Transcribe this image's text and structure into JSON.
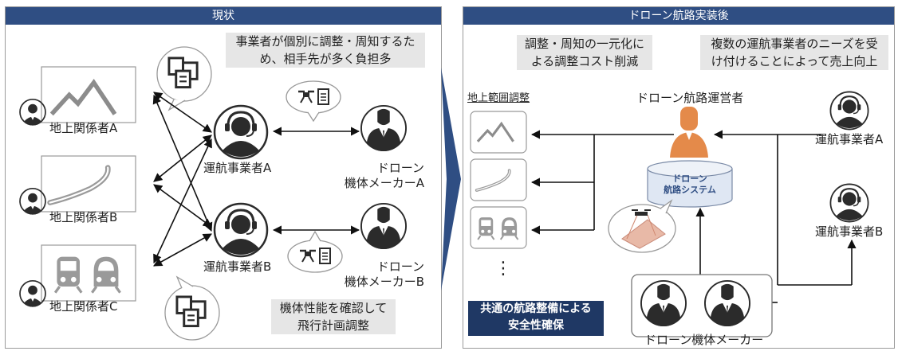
{
  "left_panel": {
    "header": "現状",
    "notes": {
      "top": [
        "事業者が個別に調整・周知するた",
        "め、相手先が多く負担多"
      ],
      "bottom": [
        "機体性能を確認して",
        "飛行計画調整"
      ]
    },
    "stakeholders": [
      "地上関係者A",
      "地上関係者B",
      "地上関係者C"
    ],
    "operators": [
      "運航事業者A",
      "運航事業者B"
    ],
    "makers": [
      {
        "line1": "ドローン",
        "line2": "機体メーカーA"
      },
      {
        "line1": "ドローン",
        "line2": "機体メーカーB"
      }
    ]
  },
  "right_panel": {
    "header": "ドローン航路実装後",
    "notes": {
      "left": [
        "調整・周知の一元化に",
        "よる調整コスト削減"
      ],
      "right": [
        "複数の運航事業者のニーズを受",
        "け付けることによって売上向上"
      ]
    },
    "ground_title": "地上範囲調整",
    "ellipsis": "⋮",
    "operator_title": "ドローン航路運営者",
    "system_label": {
      "line1": "ドローン",
      "line2": "航路システム"
    },
    "operators": [
      "運航事業者A",
      "運航事業者B"
    ],
    "maker_label": "ドローン機体メーカー",
    "highlight": [
      "共通の航路整備による",
      "安全性確保"
    ]
  },
  "colors": {
    "header": "#2f4e83",
    "note_bg": "#e6e6e6",
    "icon": "#2b2b2b",
    "operator_orange": "#e48a4a",
    "chevron": "#2f4e83",
    "highlight_bg": "#1f3864"
  }
}
